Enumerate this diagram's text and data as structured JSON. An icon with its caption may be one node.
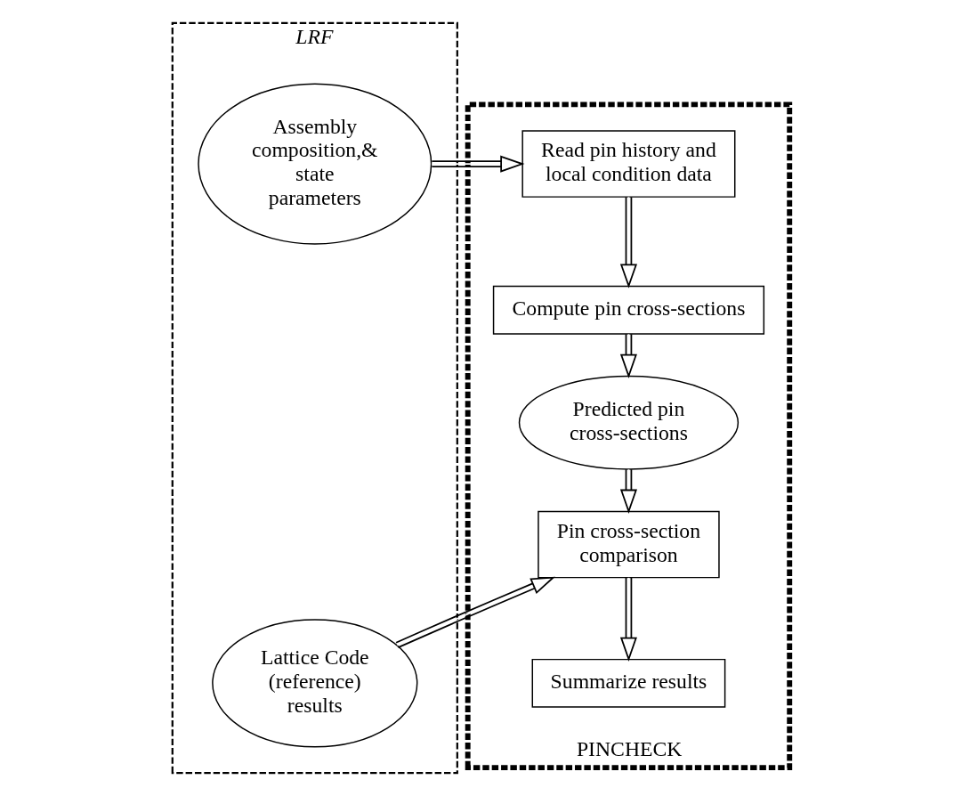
{
  "diagram": {
    "nodes": [
      {
        "text": [
          "LRF"
        ]
      },
      {
        "text": [
          "Assembly composition,& state parameters"
        ],
        "in": 0
      },
      {
        "text": [
          "Lattice Code (reference) results"
        ],
        "in": 0
      },
      {
        "text": [
          "PINCHECK"
        ]
      },
      {
        "text": [
          "Read pin history and local condition data"
        ],
        "in": 3
      },
      {
        "text": [
          "Compute pin cross-sections"
        ],
        "in": 3
      },
      {
        "text": [
          "Predicted pin cross-sections"
        ],
        "in": 3
      },
      {
        "text": [
          "Pin cross-section comparison"
        ],
        "in": 3
      },
      {
        "text": [
          "Summarize results"
        ],
        "in": 3
      }
    ],
    "edges": [
      {
        "from": 1,
        "to": 4,
        "arrow": "to"
      },
      {
        "from": 4,
        "to": 5,
        "arrow": "to"
      },
      {
        "from": 5,
        "to": 6,
        "arrow": "to"
      },
      {
        "from": 6,
        "to": 7,
        "arrow": "to"
      },
      {
        "from": 2,
        "to": 7,
        "arrow": "to"
      },
      {
        "from": 7,
        "to": 8,
        "arrow": "to"
      }
    ]
  }
}
